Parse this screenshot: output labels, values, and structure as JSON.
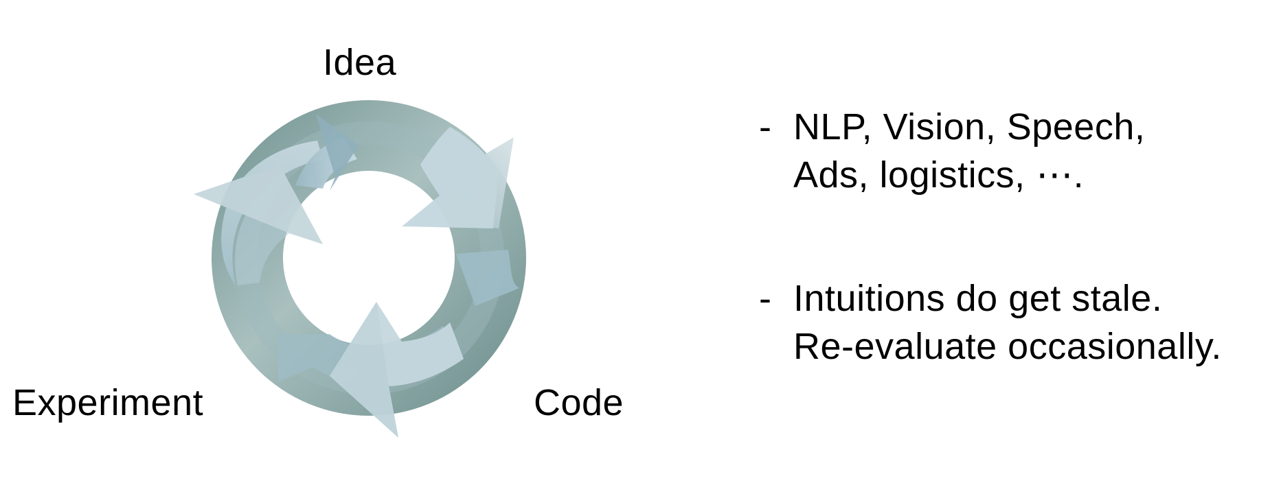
{
  "diagram": {
    "nodes": [
      {
        "id": "idea",
        "label": "Idea"
      },
      {
        "id": "code",
        "label": "Code"
      },
      {
        "id": "experiment",
        "label": "Experiment"
      }
    ],
    "edges": [
      {
        "from": "idea",
        "to": "code"
      },
      {
        "from": "code",
        "to": "experiment"
      },
      {
        "from": "experiment",
        "to": "idea"
      }
    ],
    "colors": {
      "ring_dark": "#6f918f",
      "ring_light": "#b7cccc",
      "arrow_fill": "#bcd4df",
      "arrow_tip": "#d3e0e4"
    }
  },
  "notes": [
    {
      "bullet": "-",
      "lines": [
        "NLP, Vision, Speech,",
        "Ads, logistics, ⋯."
      ]
    },
    {
      "bullet": "-",
      "lines": [
        "Intuitions do get stale.",
        "Re-evaluate occasionally."
      ]
    }
  ]
}
